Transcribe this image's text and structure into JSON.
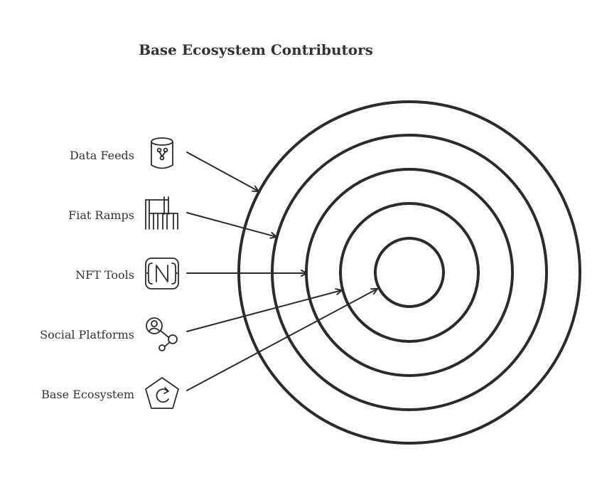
{
  "title": "Base Ecosystem Contributors",
  "contributors": [
    {
      "label": "Data Feeds",
      "icon": "database-icon"
    },
    {
      "label": "Fiat Ramps",
      "icon": "bridge-icon"
    },
    {
      "label": "NFT Tools",
      "icon": "nft-icon"
    },
    {
      "label": "Social Platforms",
      "icon": "social-network-icon"
    },
    {
      "label": "Base Ecosystem",
      "icon": "refresh-pentagon-icon"
    }
  ],
  "colors": {
    "stroke": "#2b2b2b",
    "text": "#333333",
    "background": "#ffffff"
  }
}
